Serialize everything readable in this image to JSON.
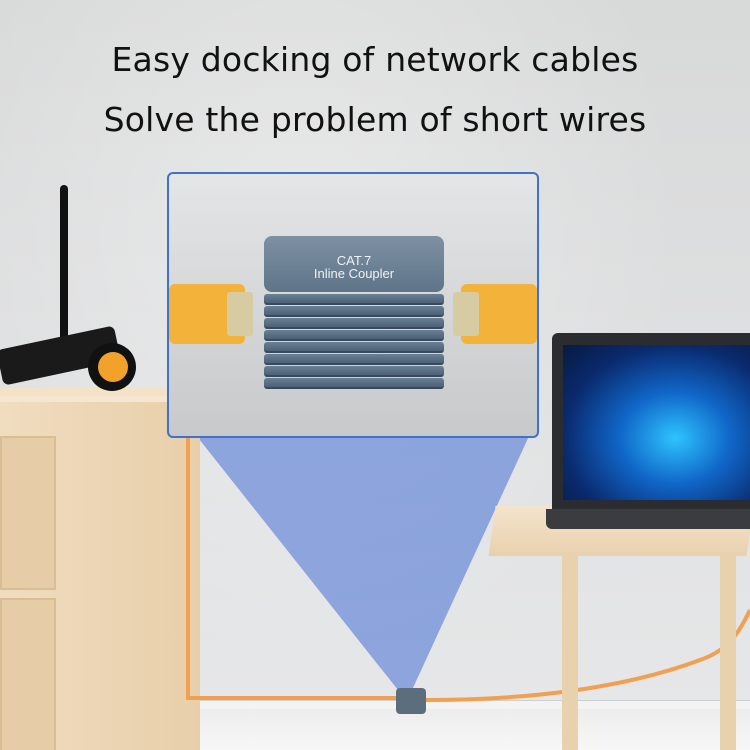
{
  "headline": {
    "line1": "Easy docking of network cables",
    "line2": "Solve the problem of short wires"
  },
  "product": {
    "label_line1": "CAT.7",
    "label_line2": "Inline Coupler"
  },
  "colors": {
    "accent_blue": "#3f72c8",
    "cable_orange": "#f0a050",
    "plug_yellow": "#f3b23a",
    "coupler_gray_blue": "#5f7488"
  },
  "icons": [
    "router-icon",
    "laptop-icon",
    "coupler-icon"
  ]
}
